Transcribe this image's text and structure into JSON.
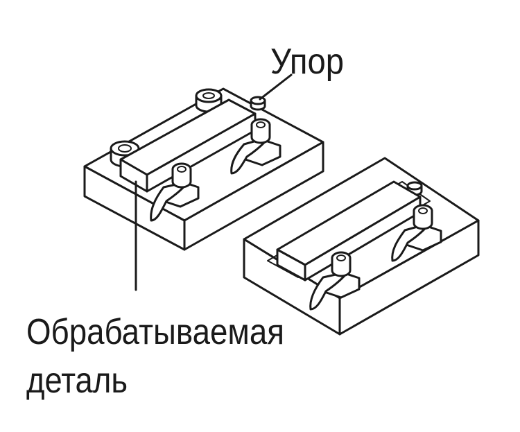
{
  "labels": {
    "stop": "Упор",
    "workpiece_line1": "Обрабатываемая",
    "workpiece_line2": "деталь"
  },
  "colors": {
    "ink": "#1a1a1a",
    "paper": "#ffffff"
  }
}
